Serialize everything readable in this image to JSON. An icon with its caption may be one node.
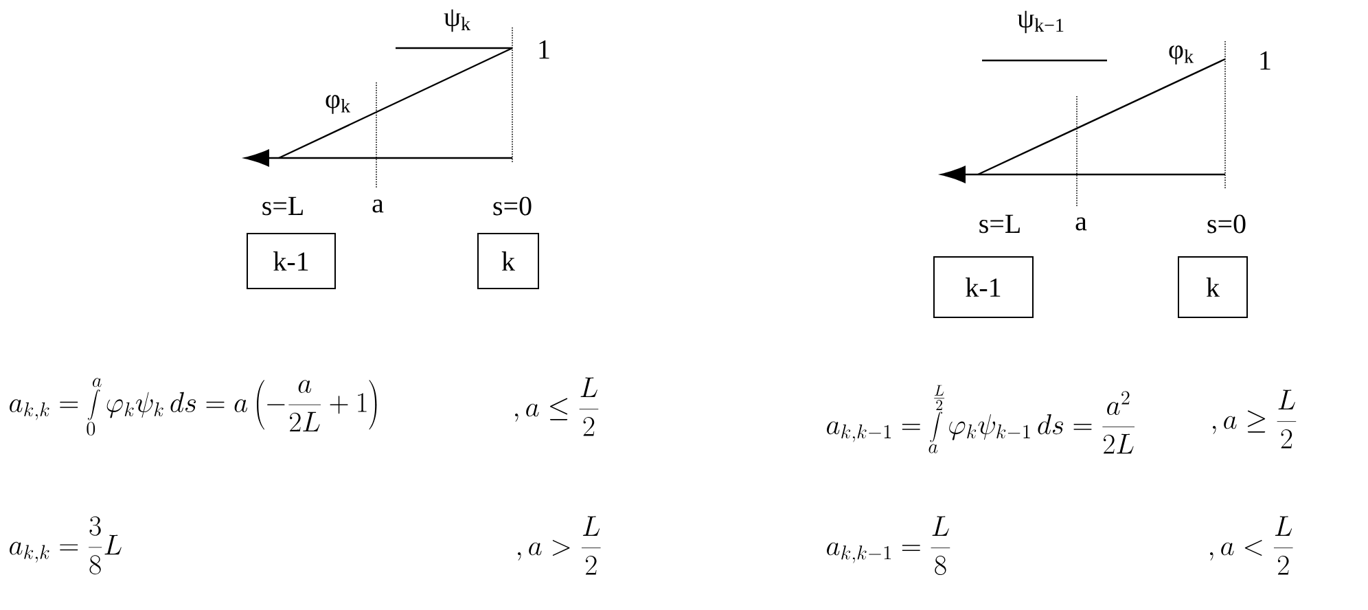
{
  "diagram": {
    "nodes": [
      {
        "text": [
          "k-1"
        ]
      },
      {
        "text": [
          "k"
        ]
      },
      {
        "text": [
          "k-1"
        ]
      },
      {
        "text": [
          "k"
        ]
      }
    ],
    "labels": [
      "ψ$_{k}$",
      "1",
      "φ$_{k}$",
      "s=L",
      "a",
      "s=0",
      "ψ$_{k−1}$",
      "φ$_{k}$",
      "1",
      "s=L",
      "a",
      "s=0",
      "a_{k,k} = \\int\\limits_{0}^{a} \\varphi_{k}\\psi_{k}\\, ds = a\\left(-\\frac{a}{2L}+1\\right)",
      ",a \\le \\frac{L}{2}",
      "a_{k,k} = \\frac{3}{8}L",
      ",a > \\frac{L}{2}",
      "a_{k,k-1} = \\int\\limits_{a}^{\\frac{L}{2}} \\varphi_{k}\\psi_{k-1}\\, ds = \\frac{a^{2}}{2L}",
      ",a \\ge \\frac{L}{2}",
      "a_{k,k-1} = \\frac{L}{8}",
      ",a < \\frac{L}{2}"
    ]
  }
}
